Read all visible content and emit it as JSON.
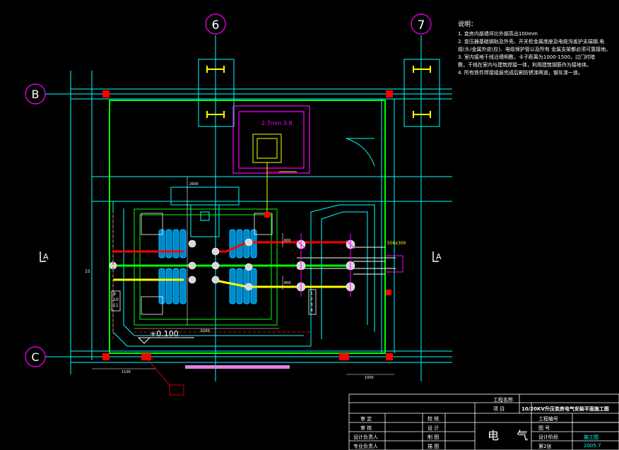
{
  "grid_labels": {
    "col_6": "6",
    "col_7": "7",
    "row_b": "B",
    "row_c": "C",
    "section_left": "A",
    "section_right": "A"
  },
  "elevation_label": "+0.100",
  "callouts": {
    "pit_label": "2.7mm 3.8",
    "bus_label": "500x300",
    "num_15": "15"
  },
  "left_dims": [
    "9",
    "10",
    "11"
  ],
  "right_dims": [
    "1",
    "2",
    "3",
    "4"
  ],
  "dim_values": {
    "bottom_a": "1100",
    "bottom_b": "6200",
    "bottom_c": "1000",
    "left_h": "2600",
    "mid_a": "600",
    "mid_b": "600"
  },
  "notes": {
    "title": "说明：",
    "lines": [
      "1. 变房内部墙坪比外部高出100mm",
      "2. 变压器基础钢轨及外壳、开关柜金属底座及电缆沟盖护支端钢,电",
      "缆(头)金属外皮(应)、电缆保护管以及所有 金属支架都必须可靠接地。",
      "3. 室内接地干线沿墙明敷，卡子距离为1000-1500，过门时暗",
      "敷，干线在室内与建筑焊接一体，利用建筑钢筋作为接地体。",
      "4. 所有铁件焊接组装完成后刷防锈漆两道，银灰漆一道。"
    ]
  },
  "title_block": {
    "project_label": "工程名称",
    "category_label": "项 目",
    "drawing_title": "10/20KV升压变房电气安装平面施工图",
    "discipline": "电    气",
    "rows_left": [
      "审  定",
      "审  核",
      "设计负责人",
      "专业负责人"
    ],
    "rows_mid": [
      "校  核",
      "设  计",
      "制  图",
      "描  图"
    ],
    "rows_right_labels": [
      "工程编号",
      "图  号",
      "设计阶段",
      "第2张"
    ],
    "stage_value": "施工图",
    "date_value": "2005.7"
  },
  "colors": {
    "grid": "#00ffff",
    "wall": "#00ff00",
    "red": "#ff0000",
    "yellow": "#ffff00",
    "magenta": "#ff00ff",
    "white": "#ffffff",
    "blue": "#0000ff",
    "bg": "#000000"
  }
}
